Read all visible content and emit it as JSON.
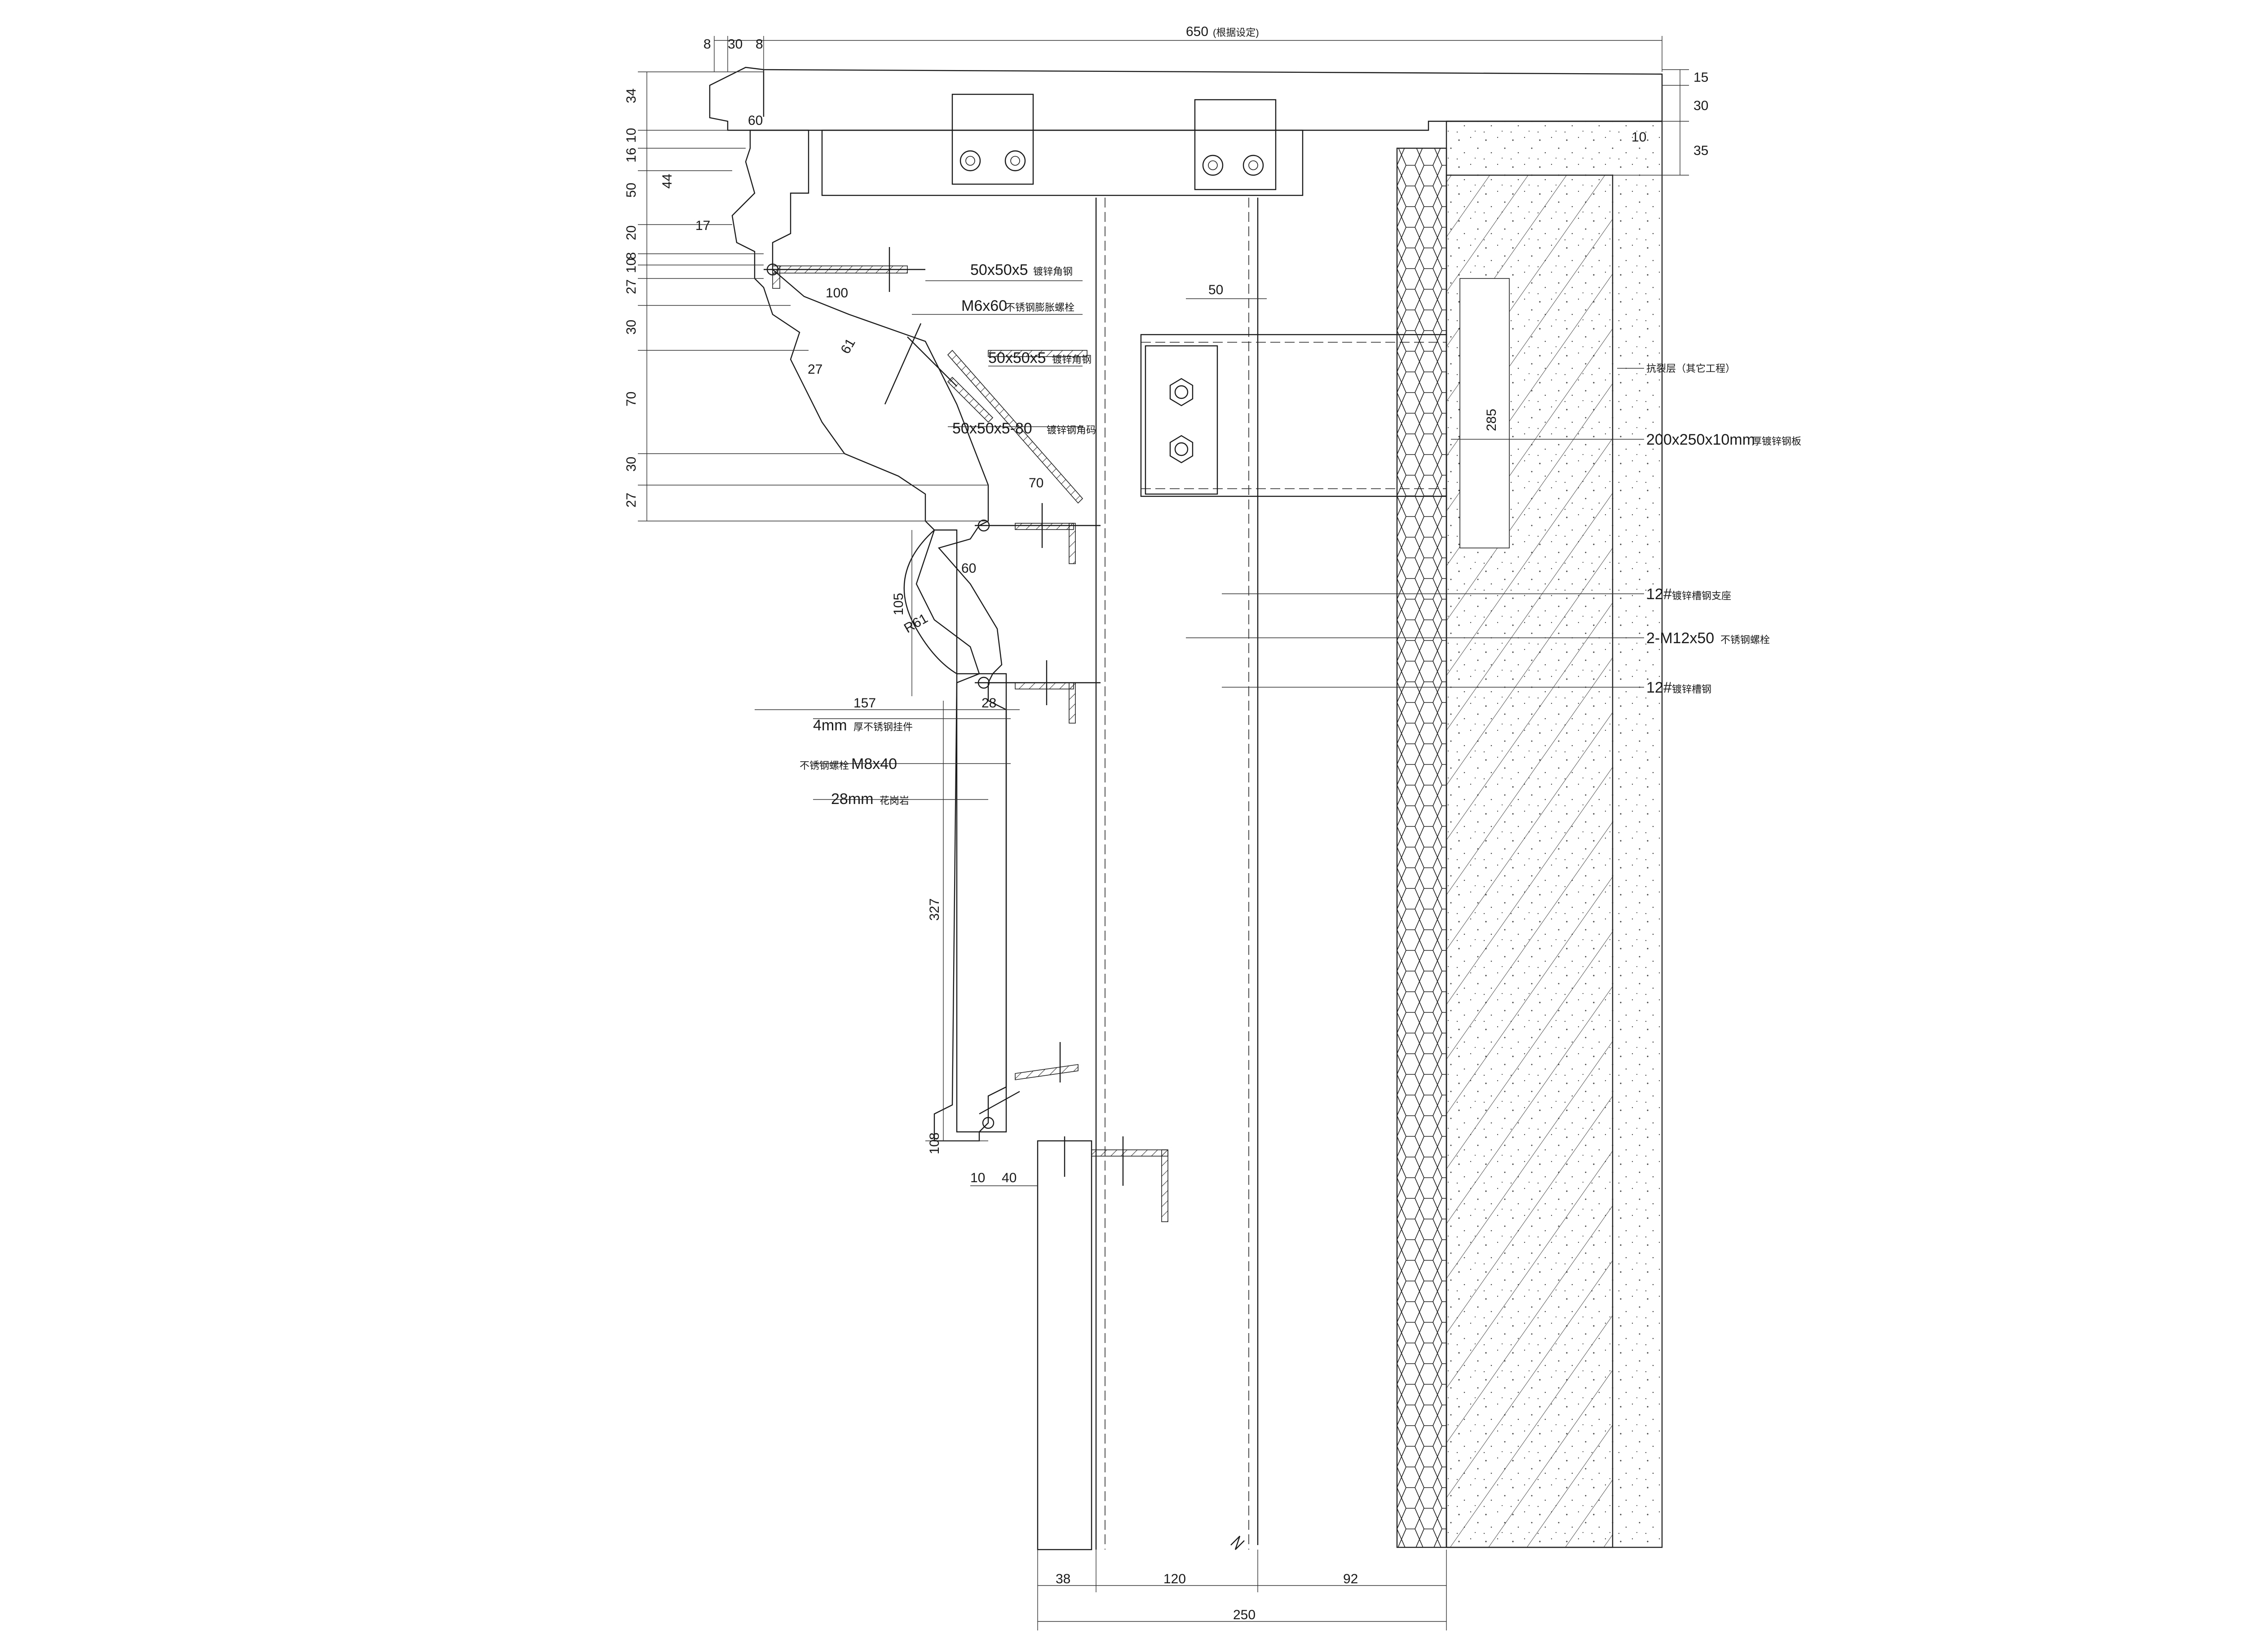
{
  "drawing": {
    "top_dim": {
      "value": "650",
      "note": "(根据设定)"
    },
    "left_top_dims": [
      "8",
      "30",
      "8"
    ],
    "right_dims": [
      "15",
      "30",
      "35"
    ],
    "right_small": "10",
    "vertical_dims": [
      "34",
      "10",
      "16",
      "50",
      "20",
      "8",
      "10",
      "27",
      "30",
      "70",
      "30",
      "27"
    ],
    "inner_dims": [
      "60",
      "44",
      "17",
      "100",
      "27",
      "61",
      "70",
      "60",
      "105",
      "R61",
      "157",
      "28",
      "327",
      "50",
      "285",
      "40",
      "10"
    ],
    "bottom_small": [
      "8",
      "10"
    ],
    "bottom_dims": [
      "38",
      "120",
      "92"
    ],
    "bottom_total": "250",
    "labels": [
      {
        "main": "50x50x5",
        "sub": "镀锌角钢"
      },
      {
        "main": "M6x60",
        "sub": "不锈钢膨胀螺栓"
      },
      {
        "main": "50x50x5",
        "sub": "镀锌角钢"
      },
      {
        "main": "50x50x5-80",
        "sub": "镀锌钢角码"
      }
    ],
    "right_labels": [
      {
        "main": "",
        "sub": "抗裂层（其它工程）"
      },
      {
        "main": "200x250x10mm",
        "sub": "厚镀锌钢板"
      },
      {
        "main": "12#",
        "sub": "镀锌槽钢支座"
      },
      {
        "main": "2-M12x50",
        "sub": "不锈钢螺栓"
      },
      {
        "main": "12#",
        "sub": "镀锌槽钢"
      }
    ],
    "left_labels": [
      {
        "main": "4mm",
        "sub": "厚不锈钢挂件",
        "order": "main-first"
      },
      {
        "main": "M8x40",
        "sub": "不锈钢螺栓",
        "order": "sub-first"
      },
      {
        "main": "28mm",
        "sub": "花岗岩",
        "order": "main-first"
      }
    ]
  }
}
